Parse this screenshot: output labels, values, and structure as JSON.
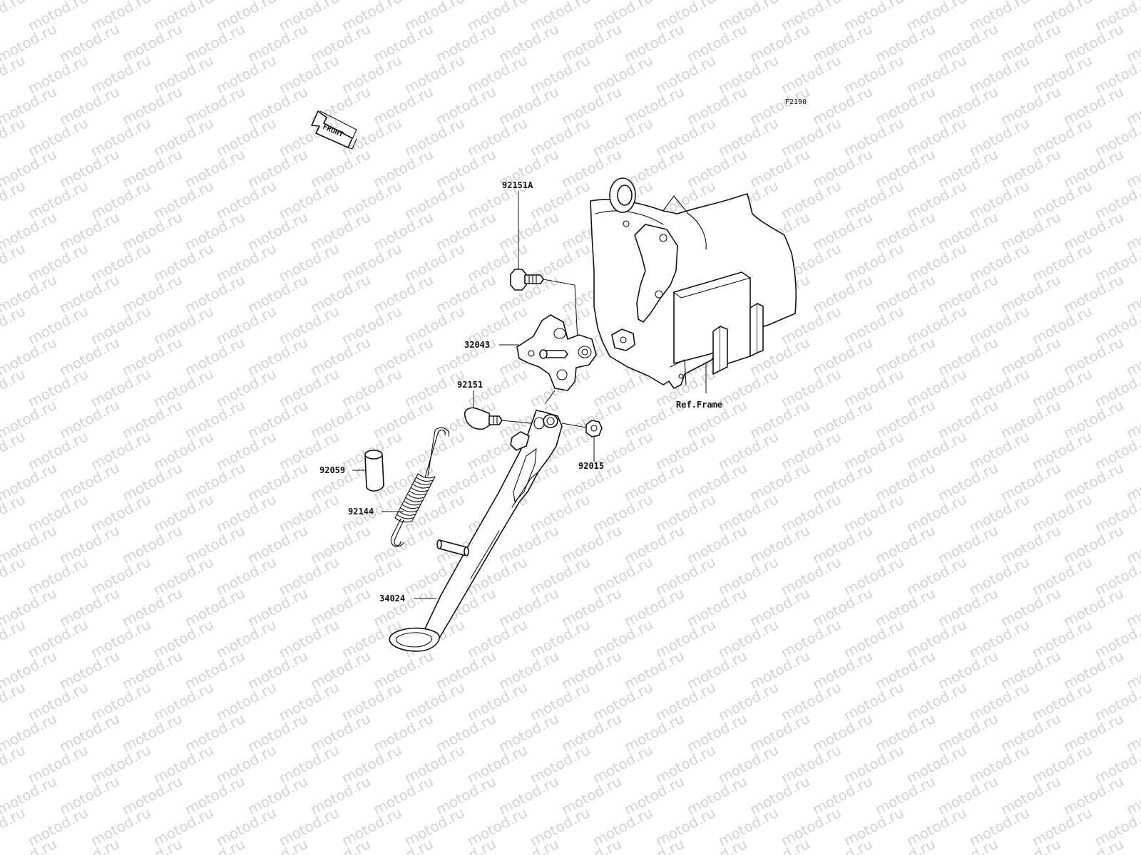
{
  "watermark_text": "motod.ru",
  "figure_code": "F2190",
  "front_arrow_label": "FRONT",
  "reference_label": "Ref.Frame",
  "parts": {
    "bolt_a": "92151A",
    "bracket": "32043",
    "bolt": "92151",
    "nut": "92015",
    "collar": "92059",
    "spring": "92144",
    "side_stand": "34024"
  }
}
